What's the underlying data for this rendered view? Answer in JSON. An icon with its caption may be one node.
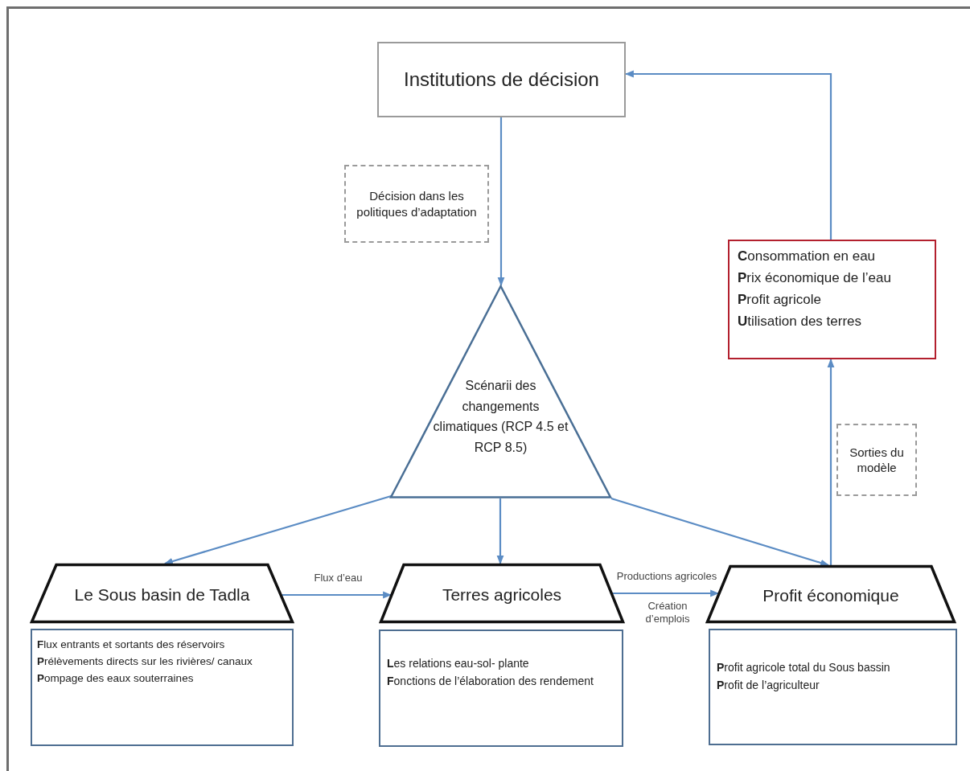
{
  "diagram": {
    "nodes": [
      {
        "text": [
          "Institutions de décision"
        ]
      },
      {
        "text": [
          "Décision dans les politiques d’adaptation"
        ]
      },
      {
        "text": [
          "Scénarii des changements climatiques (RCP 4.5 et RCP 8.5)"
        ]
      },
      {
        "text": [
          "**C**onsommation en eau",
          "**P**rix économique de l’eau",
          "**P**rofit agricole",
          "**U**tilisation des terres"
        ]
      },
      {
        "text": [
          "Sorties du modèle"
        ]
      },
      {
        "text": [
          "Le Sous basin de Tadla"
        ]
      },
      {
        "text": [
          "**F**lux entrants et sortants des réservoirs",
          "**P**rélèvements directs sur les rivières/ canaux",
          "**P**ompage des eaux souterraines"
        ]
      },
      {
        "text": [
          "Terres agricoles"
        ]
      },
      {
        "text": [
          "**L**es relations eau-sol- plante",
          "**F**onctions de l’élaboration des rendement"
        ]
      },
      {
        "text": [
          "Profit économique"
        ]
      },
      {
        "text": [
          "**P**rofit agricole total du Sous bassin",
          "**P**rofit de l’agriculteur"
        ]
      }
    ],
    "edges": [
      {
        "from": 0,
        "to": 2,
        "arrow": "to"
      },
      {
        "from": 2,
        "to": 5,
        "arrow": "to"
      },
      {
        "from": 2,
        "to": 7,
        "arrow": "to"
      },
      {
        "from": 2,
        "to": 9,
        "arrow": "to"
      },
      {
        "from": 5,
        "to": 7,
        "arrow": "to",
        "label": "Flux d’eau"
      },
      {
        "from": 7,
        "to": 9,
        "arrow": "to",
        "label": "Productions agricoles"
      },
      {
        "from": 9,
        "to": 3,
        "arrow": "to"
      },
      {
        "from": 3,
        "to": 0,
        "arrow": "to"
      }
    ],
    "labels": [
      "Création d’emplois"
    ]
  }
}
